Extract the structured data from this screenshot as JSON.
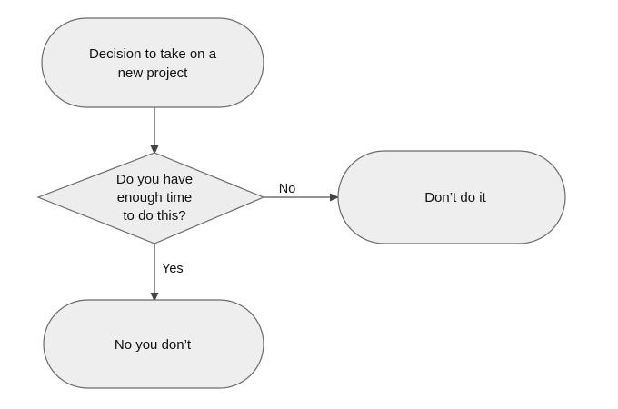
{
  "diagram": {
    "type": "flowchart",
    "title": "Decision to take on a new project",
    "background_color": "#ffffff",
    "node_fill_color": "#eeeeee",
    "node_stroke_color": "#6b6b6b",
    "edge_color": "#555555",
    "text_color": "#111111"
  },
  "nodes": {
    "start": {
      "shape": "stadium",
      "line1": "Decision to take on a",
      "line2": "new project"
    },
    "decision": {
      "shape": "diamond",
      "line1": "Do you have",
      "line2": "enough time",
      "line3": "to do this?"
    },
    "dont_do_it": {
      "shape": "stadium",
      "line1": "Don’t do it"
    },
    "no_you_dont": {
      "shape": "stadium",
      "line1": "No you don’t"
    }
  },
  "edges": {
    "start_to_decision": {
      "label": ""
    },
    "decision_to_dont": {
      "label": "No"
    },
    "decision_to_noyoudont": {
      "label": "Yes"
    }
  }
}
